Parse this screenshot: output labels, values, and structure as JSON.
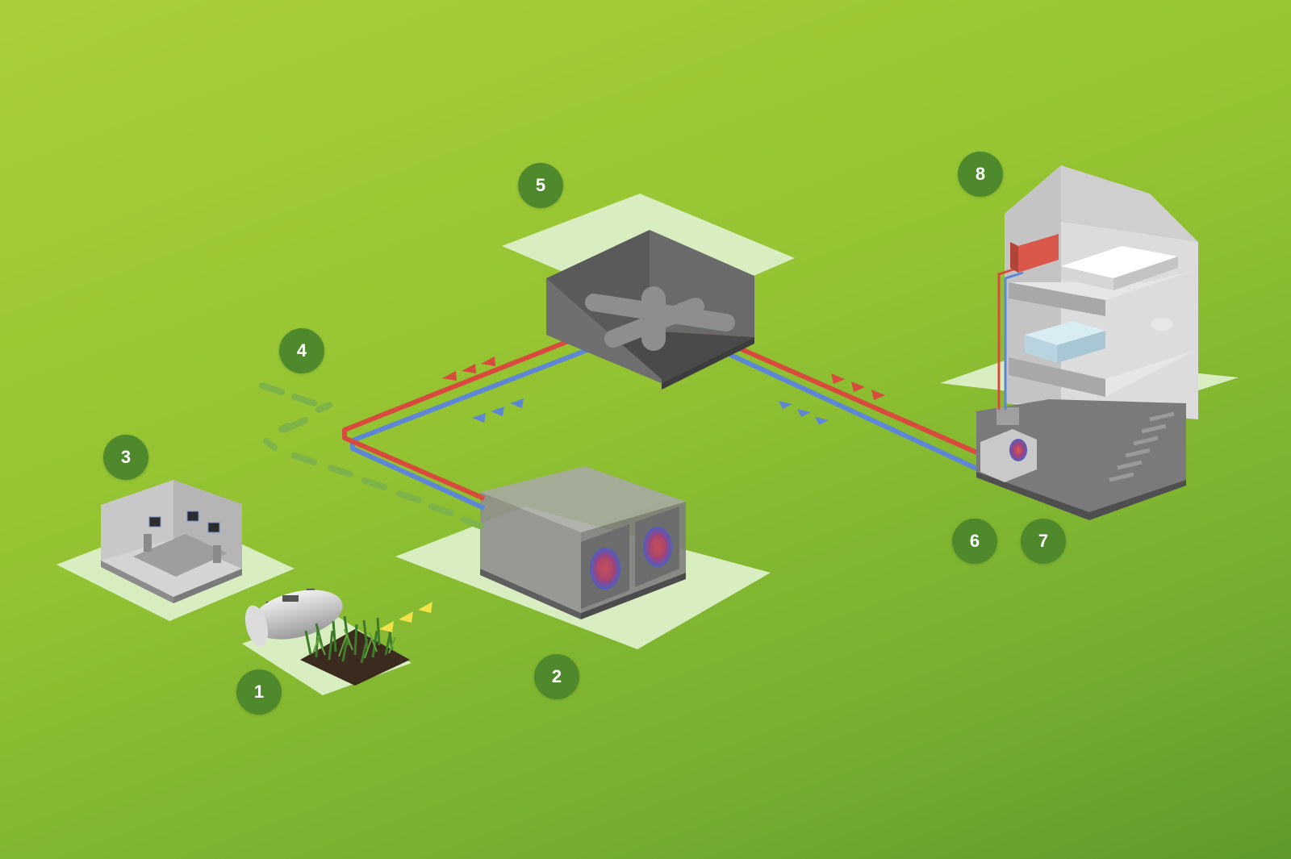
{
  "markers": {
    "m1": "1",
    "m2": "2",
    "m3": "3",
    "m4": "4",
    "m5": "5",
    "m6": "6",
    "m7": "7",
    "m8": "8"
  },
  "colors": {
    "background": "#93c232",
    "marker": "#4e8a2c",
    "supply_pipe": "#d94a3e",
    "return_pipe": "#5d86d6",
    "fuel_flow": "#f2e24a",
    "ground_pad": "#d9eec0"
  },
  "icons": [
    "fuel-tank-icon",
    "biomass-crop-icon",
    "control-monitor-icon",
    "boiler-icon",
    "heat-transfer-station-icon",
    "radiator-icon",
    "bathtub-icon",
    "bed-icon",
    "stairs-icon"
  ]
}
